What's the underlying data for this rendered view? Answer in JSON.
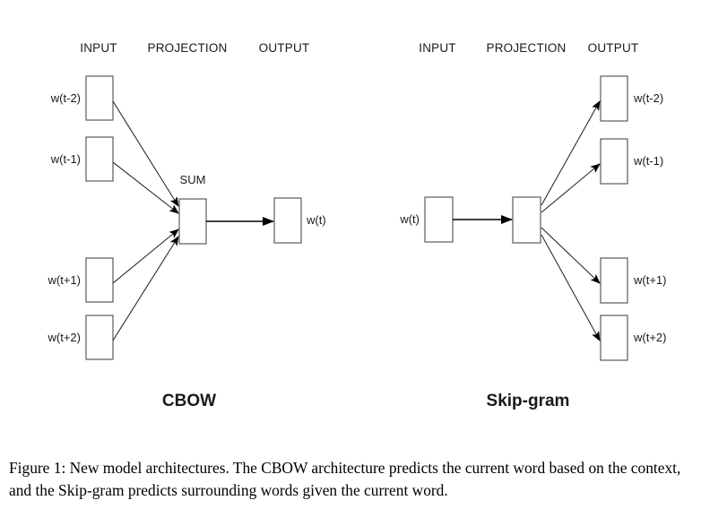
{
  "figure": {
    "caption": "Figure 1: New model architectures. The CBOW architecture predicts the current word based on the context, and the Skip-gram predicts surrounding words given the current word."
  },
  "cbow": {
    "title": "CBOW",
    "headers": {
      "input": "INPUT",
      "projection": "PROJECTION",
      "output": "OUTPUT"
    },
    "sum_label": "SUM",
    "inputs": [
      {
        "label": "w(t-2)"
      },
      {
        "label": "w(t-1)"
      },
      {
        "label": "w(t+1)"
      },
      {
        "label": "w(t+2)"
      }
    ],
    "projection": {
      "label": ""
    },
    "output": {
      "label": "w(t)"
    }
  },
  "skipgram": {
    "title": "Skip-gram",
    "headers": {
      "input": "INPUT",
      "projection": "PROJECTION",
      "output": "OUTPUT"
    },
    "input": {
      "label": "w(t)"
    },
    "projection": {
      "label": ""
    },
    "outputs": [
      {
        "label": "w(t-2)"
      },
      {
        "label": "w(t-1)"
      },
      {
        "label": "w(t+1)"
      },
      {
        "label": "w(t+2)"
      }
    ]
  },
  "colors": {
    "box_stroke": "#5a5a5a",
    "edge": "#222222",
    "text": "#1a1a1a",
    "background": "#ffffff"
  }
}
